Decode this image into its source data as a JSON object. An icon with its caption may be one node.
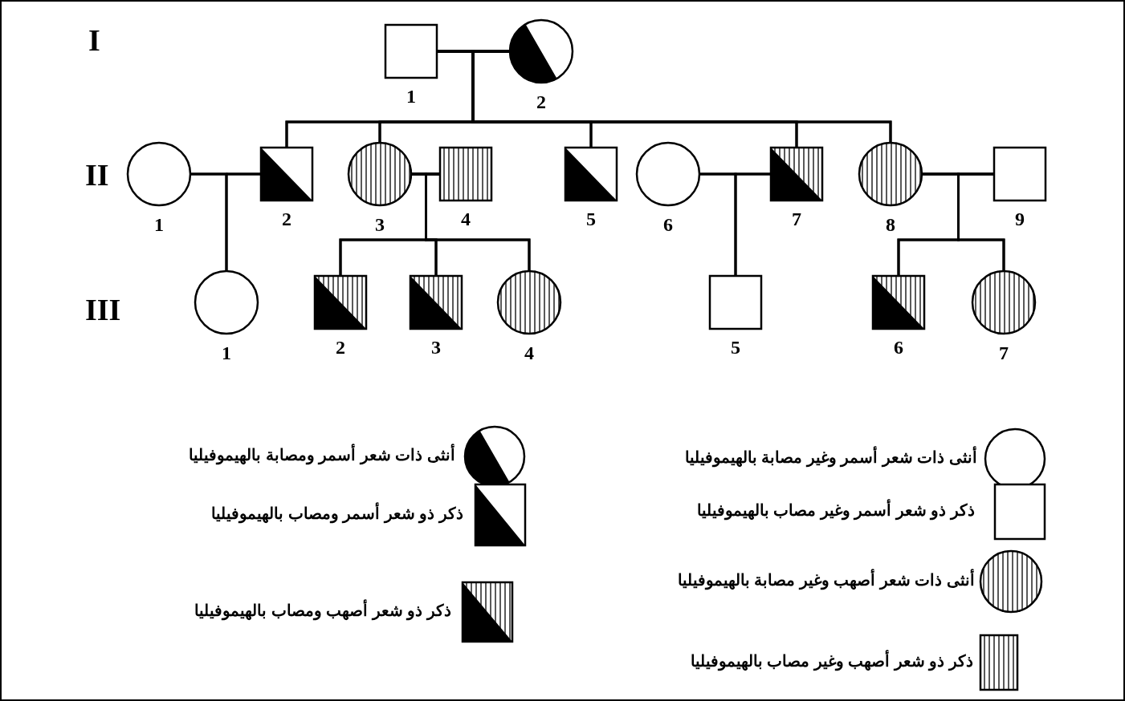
{
  "diagram": {
    "nodes": [
      {
        "text": [
          "1"
        ]
      },
      {
        "text": [
          "2"
        ]
      },
      {
        "text": [
          "1"
        ]
      },
      {
        "text": [
          "2"
        ]
      },
      {
        "text": [
          "3"
        ]
      },
      {
        "text": [
          "4"
        ]
      },
      {
        "text": [
          "5"
        ]
      },
      {
        "text": [
          "6"
        ]
      },
      {
        "text": [
          "7"
        ]
      },
      {
        "text": [
          "8"
        ]
      },
      {
        "text": [
          "9"
        ]
      },
      {
        "text": [
          "1"
        ]
      },
      {
        "text": [
          "2"
        ]
      },
      {
        "text": [
          "3"
        ]
      },
      {
        "text": [
          "4"
        ]
      },
      {
        "text": [
          "5"
        ]
      },
      {
        "text": [
          "6"
        ]
      },
      {
        "text": [
          "7"
        ]
      }
    ],
    "edges": [
      {
        "from": 0,
        "to": 1,
        "arrow": "none"
      },
      {
        "from": 0,
        "to": 3,
        "arrow": "none"
      },
      {
        "from": 1,
        "to": 3,
        "arrow": "none"
      },
      {
        "from": 0,
        "to": 4,
        "arrow": "none"
      },
      {
        "from": 1,
        "to": 4,
        "arrow": "none"
      },
      {
        "from": 0,
        "to": 6,
        "arrow": "none"
      },
      {
        "from": 1,
        "to": 6,
        "arrow": "none"
      },
      {
        "from": 0,
        "to": 8,
        "arrow": "none"
      },
      {
        "from": 1,
        "to": 8,
        "arrow": "none"
      },
      {
        "from": 0,
        "to": 9,
        "arrow": "none"
      },
      {
        "from": 1,
        "to": 9,
        "arrow": "none"
      },
      {
        "from": 2,
        "to": 3,
        "arrow": "none"
      },
      {
        "from": 2,
        "to": 11,
        "arrow": "none"
      },
      {
        "from": 3,
        "to": 11,
        "arrow": "none"
      },
      {
        "from": 4,
        "to": 5,
        "arrow": "none"
      },
      {
        "from": 4,
        "to": 12,
        "arrow": "none"
      },
      {
        "from": 5,
        "to": 12,
        "arrow": "none"
      },
      {
        "from": 4,
        "to": 13,
        "arrow": "none"
      },
      {
        "from": 5,
        "to": 13,
        "arrow": "none"
      },
      {
        "from": 4,
        "to": 14,
        "arrow": "none"
      },
      {
        "from": 5,
        "to": 14,
        "arrow": "none"
      },
      {
        "from": 7,
        "to": 8,
        "arrow": "none"
      },
      {
        "from": 7,
        "to": 15,
        "arrow": "none"
      },
      {
        "from": 8,
        "to": 15,
        "arrow": "none"
      },
      {
        "from": 9,
        "to": 10,
        "arrow": "none"
      },
      {
        "from": 9,
        "to": 16,
        "arrow": "none"
      },
      {
        "from": 10,
        "to": 16,
        "arrow": "none"
      },
      {
        "from": 9,
        "to": 17,
        "arrow": "none"
      },
      {
        "from": 10,
        "to": 17,
        "arrow": "none"
      }
    ],
    "labels": [
      "I",
      "II",
      "III"
    ],
    "legend": [
      {
        "text": "أنثى ذات شعر أسمر ومصابة بالهيموفيليا"
      },
      {
        "text": "ذكر ذو شعر أسمر ومصاب بالهيموفيليا"
      },
      {
        "text": "ذكر ذو شعر أصهب ومصاب بالهيموفيليا"
      },
      {
        "text": "أنثى ذات شعر أسمر وغير مصابة بالهيموفيليا"
      },
      {
        "text": "ذكر ذو شعر أسمر وغير مصاب بالهيموفيليا"
      },
      {
        "text": "أنثى ذات شعر أصهب وغير مصابة بالهيموفيليا"
      },
      {
        "text": "ذكر ذو شعر أصهب وغير مصاب بالهيموفيليا"
      }
    ]
  }
}
